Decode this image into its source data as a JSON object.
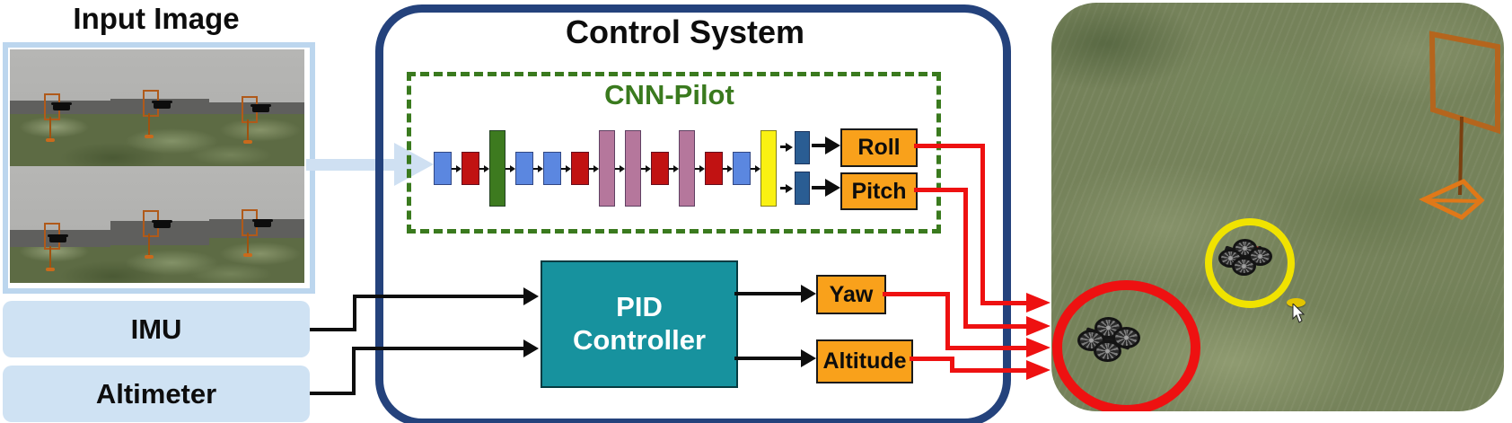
{
  "figure": {
    "left": {
      "title": "Input Image",
      "imu_label": "IMU",
      "altimeter_label": "Altimeter"
    },
    "control_system": {
      "title": "Control System",
      "cnn": {
        "title": "CNN-Pilot",
        "layer_blocks": [
          {
            "color": "#5B87E0",
            "size": "short"
          },
          {
            "color": "#C11212",
            "size": "short"
          },
          {
            "color": "#3D7A1F",
            "size": "tall"
          },
          {
            "color": "#5B87E0",
            "size": "short"
          },
          {
            "color": "#5B87E0",
            "size": "short"
          },
          {
            "color": "#C11212",
            "size": "short"
          },
          {
            "color": "#B5779C",
            "size": "tall"
          },
          {
            "color": "#B5779C",
            "size": "tall"
          },
          {
            "color": "#C11212",
            "size": "short"
          },
          {
            "color": "#B5779C",
            "size": "tall"
          },
          {
            "color": "#C11212",
            "size": "short"
          },
          {
            "color": "#5B87E0",
            "size": "short"
          },
          {
            "color": "#FAF112",
            "size": "tall"
          }
        ],
        "head_blocks": [
          {
            "color": "#2A5D93"
          },
          {
            "color": "#2A5D93"
          }
        ],
        "outputs": [
          {
            "label": "Roll"
          },
          {
            "label": "Pitch"
          }
        ]
      },
      "pid": {
        "label_lines": [
          "PID",
          "Controller"
        ],
        "outputs": [
          {
            "label": "Yaw"
          },
          {
            "label": "Altitude"
          }
        ]
      }
    },
    "colors": {
      "container_border": "#24427C",
      "cnn_dashed_border": "#3A7A1E",
      "output_box_fill": "#F9A11B",
      "pid_fill": "#17929E",
      "io_box_fill": "#CFE2F3",
      "signal_line": "#EE1111",
      "black_line": "#0E0E0E",
      "feed_arrow": "#CFE0F2",
      "red_circle_annotation": "#EE1111",
      "yellow_circle_annotation": "#F0E300",
      "gate_marker": "#C96A1C"
    }
  }
}
